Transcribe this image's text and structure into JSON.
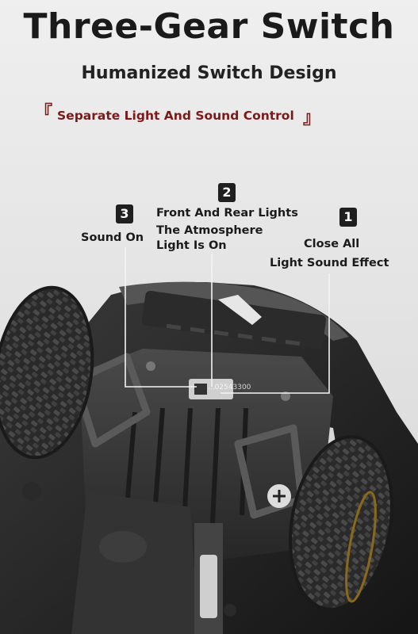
{
  "header": {
    "title": "Three-Gear Switch",
    "subtitle": "Humanized Switch Design",
    "tagline": "Separate Light And Sound Control",
    "bracket_open": "『",
    "bracket_close": "』"
  },
  "modes": [
    {
      "number": "3",
      "label_lines": [
        "Sound On"
      ]
    },
    {
      "number": "2",
      "label_lines": [
        "Front And Rear Lights",
        "The Atmosphere",
        "Light Is On"
      ]
    },
    {
      "number": "1",
      "label_lines": [
        "Close All",
        "Light Sound Effect"
      ]
    }
  ],
  "watermark": "...02543300",
  "colors": {
    "accent": "#7a1a1a",
    "badge": "#1f1f1f",
    "background": "#e6e6e6"
  }
}
